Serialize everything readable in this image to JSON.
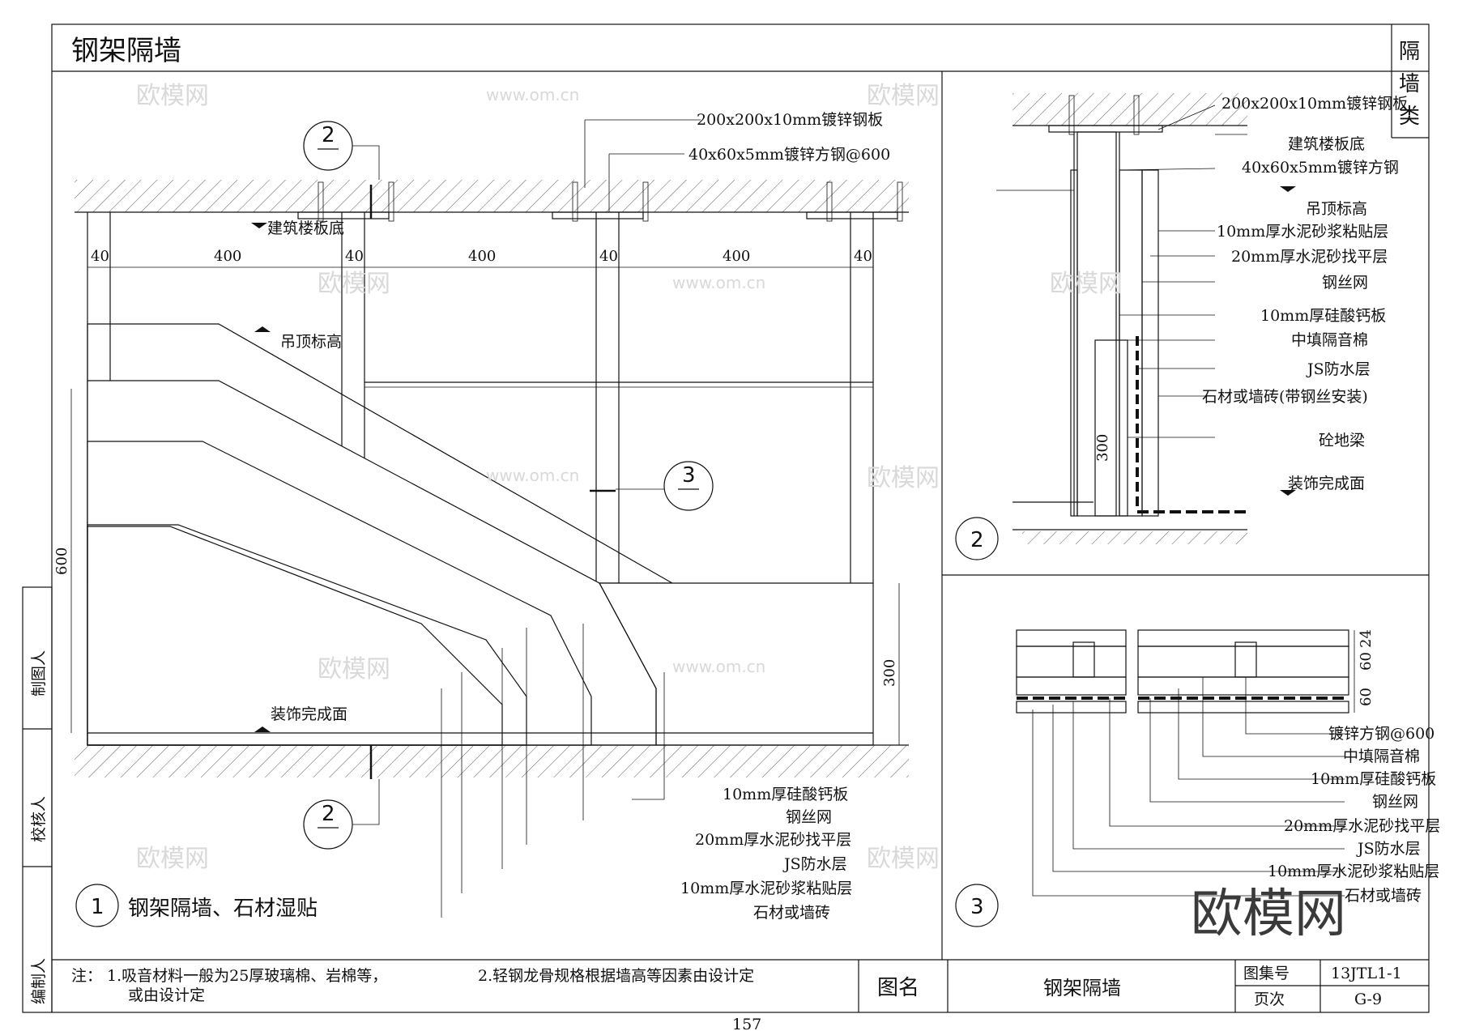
{
  "sheet": {
    "title": "钢架隔墙",
    "category_chars": [
      "隔",
      "墙",
      "类"
    ],
    "side_roles": [
      "制图人",
      "校核人",
      "编制人"
    ],
    "notes_prefix": "注：",
    "note1_line1": "1.吸音材料一般为25厚玻璃棉、岩棉等，",
    "note1_line2": "或由设计定",
    "note2": "2.轻钢龙骨规格根据墙高等因素由设计定",
    "name_label": "图名",
    "name_value": "钢架隔墙",
    "atlas_label": "图集号",
    "atlas_value": "13JTL1-1",
    "page_label": "页次",
    "page_value": "G-9",
    "page_number": "157"
  },
  "watermark": {
    "brand": "欧模网",
    "url": "www.om.cn"
  },
  "detail1": {
    "number": "1",
    "caption": "钢架隔墙、石材湿贴",
    "labels": {
      "plate": "200x200x10mm镀锌钢板",
      "tube": "40x60x5mm镀锌方钢@600",
      "slab_bottom": "建筑楼板底",
      "ceiling": "吊顶标高",
      "finish": "装饰完成面",
      "board": "10mm厚硅酸钙板",
      "mesh": "钢丝网",
      "screed20": "20mm厚水泥砂找平层",
      "js": "JS防水层",
      "mortar10": "10mm厚水泥砂浆粘贴层",
      "stone": "石材或墙砖"
    },
    "dims": [
      "40",
      "400",
      "40",
      "400",
      "40",
      "400",
      "40"
    ],
    "height_dim": "600",
    "base_dim": "300",
    "callout2": "2",
    "callout3": "3"
  },
  "detail2": {
    "number": "2",
    "labels": [
      "200x200x10mm镀锌钢板",
      "建筑楼板底",
      "40x60x5mm镀锌方钢",
      "吊顶标高",
      "10mm厚水泥砂浆粘贴层",
      "20mm厚水泥砂找平层",
      "钢丝网",
      "10mm厚硅酸钙板",
      "中填隔音棉",
      "JS防水层",
      "石材或墙砖(带钢丝安装)",
      "砼地梁",
      "装饰完成面"
    ],
    "dim": "300"
  },
  "detail3": {
    "number": "3",
    "labels": [
      "镀锌方钢@600",
      "中填隔音棉",
      "10mm厚硅酸钙板",
      "钢丝网",
      "20mm厚水泥砂找平层",
      "JS防水层",
      "10mm厚水泥砂浆粘贴层",
      "石材或墙砖"
    ],
    "dims": [
      "24",
      "60",
      "60"
    ]
  }
}
